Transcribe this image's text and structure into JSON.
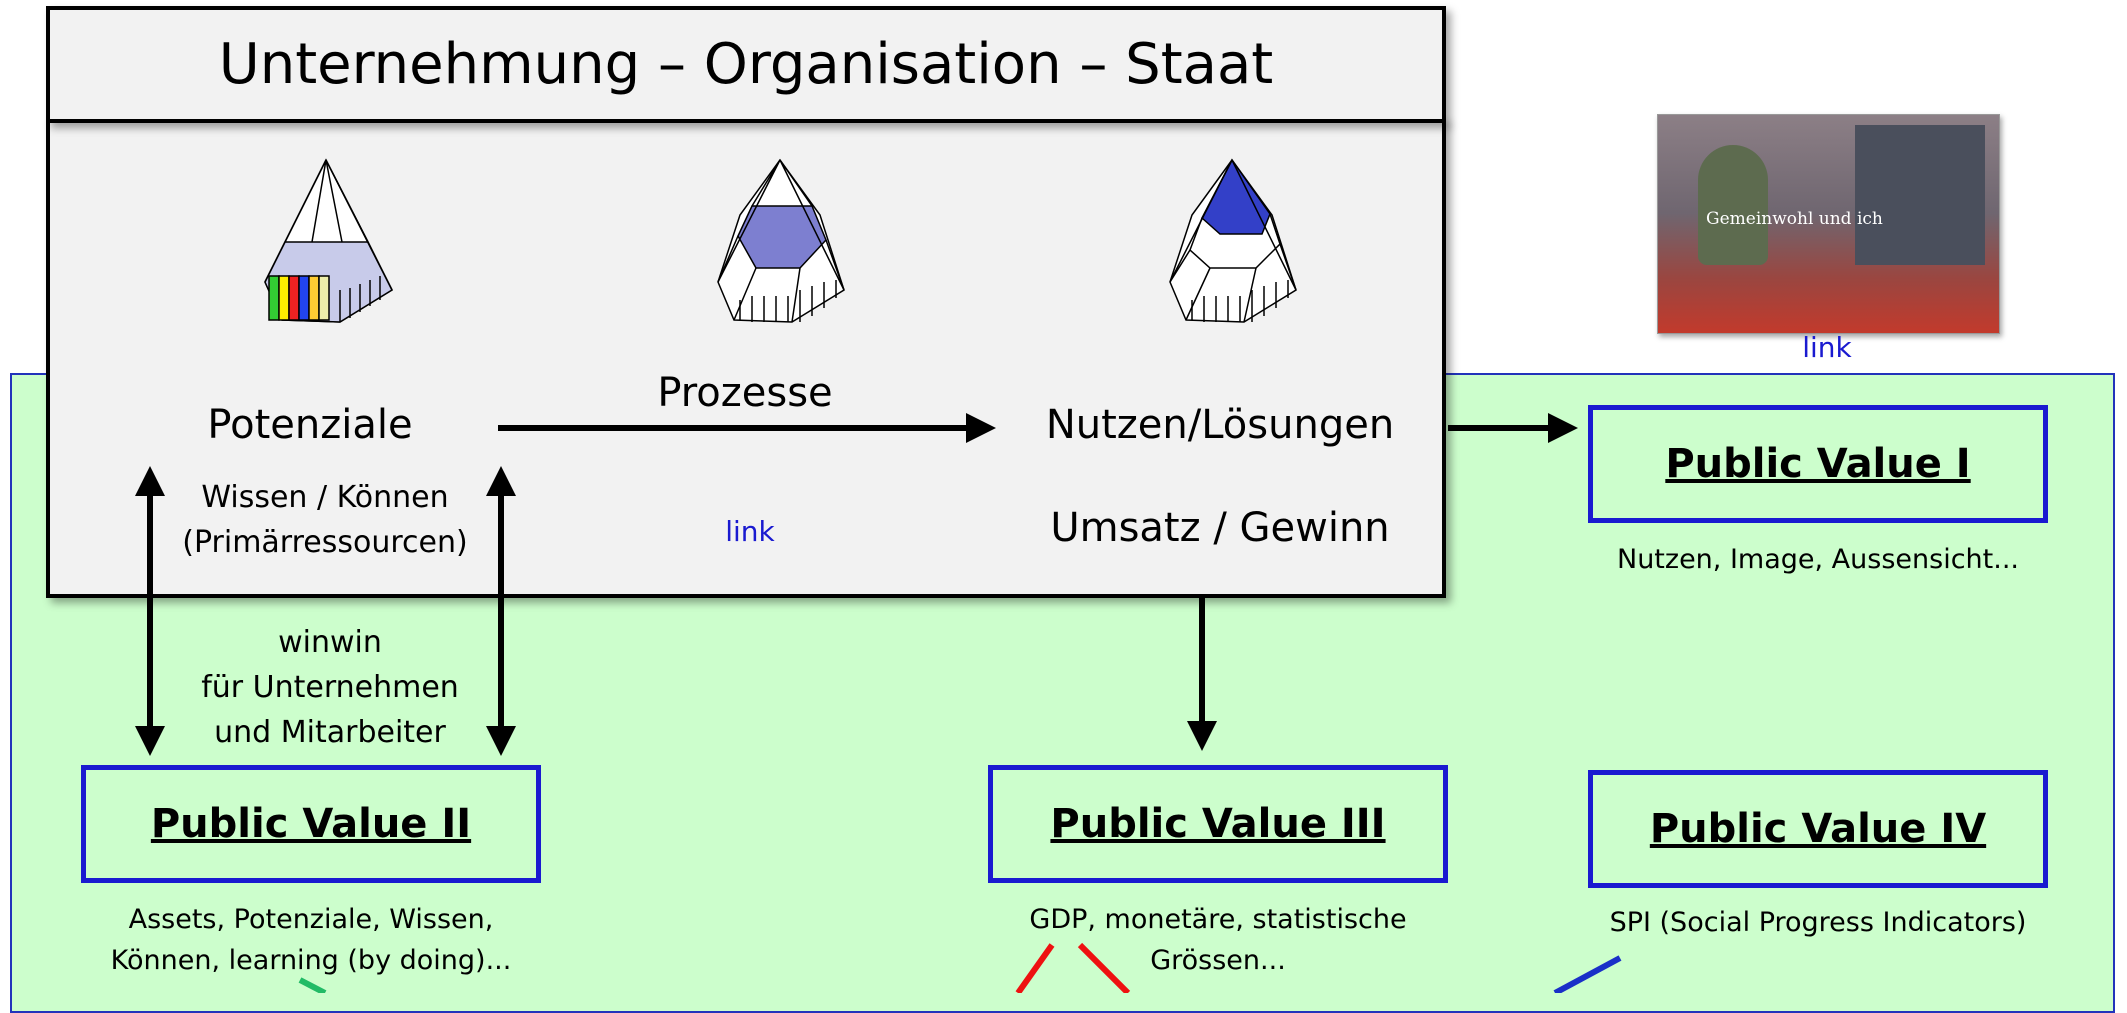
{
  "title": "Unternehmung – Organisation – Staat",
  "stages": {
    "potenziale": "Potenziale",
    "prozesse": "Prozesse",
    "nutzen": "Nutzen/Lösungen"
  },
  "resources": {
    "line1": "Wissen / Können",
    "line2": "(Primärressourcen)"
  },
  "center_link": "link",
  "umsatz": "Umsatz / Gewinn",
  "winwin": {
    "line1": "winwin",
    "line2": "für Unternehmen",
    "line3": "und Mitarbeiter"
  },
  "photo": {
    "headline": "Gemeinwohl und ich",
    "link": "link"
  },
  "public_values": [
    {
      "label": "Public Value I",
      "caption1": "Nutzen, Image, Aussensicht...",
      "caption2": ""
    },
    {
      "label": "Public Value II",
      "caption1": "Assets, Potenziale, Wissen,",
      "caption2": "Können, learning (by doing)..."
    },
    {
      "label": "Public Value III",
      "caption1": "GDP, monetäre, statistische",
      "caption2": "Grössen..."
    },
    {
      "label": "Public Value IV",
      "caption1": "SPI (Social Progress Indicators)",
      "caption2": ""
    }
  ],
  "colors": {
    "green_area": "#ccfecc",
    "box_blue": "#1a1ad0",
    "panel_gray": "#f2f2f2",
    "pyramid_light": "#c8cbea",
    "pyramid_mid": "#7d7fd0",
    "pyramid_dark": "#3340c8"
  }
}
